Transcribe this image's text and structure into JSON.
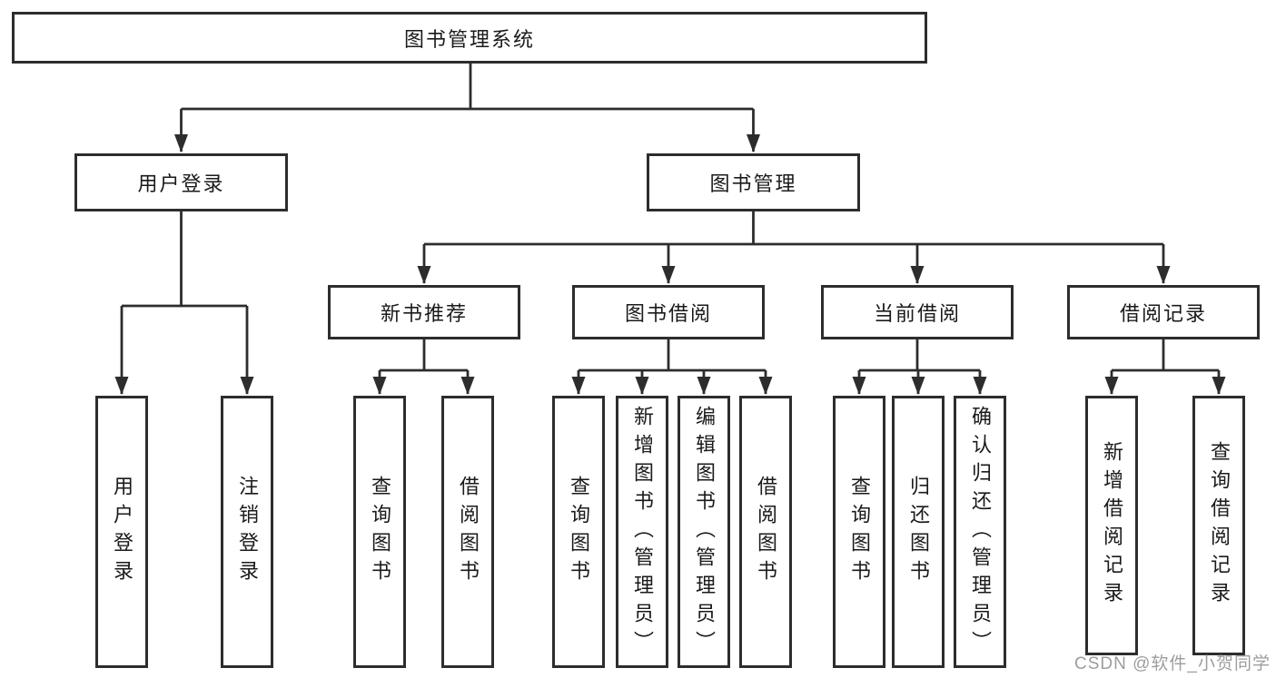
{
  "colors": {
    "line": "#2d2d2d",
    "border": "#2d2d2d",
    "text": "#1a1a1a",
    "watermark": "#8c8c8c",
    "background": "#ffffff"
  },
  "watermark": {
    "text": "CSDN @软件_小贺同学"
  },
  "tree": {
    "label": "图书管理系统",
    "children": [
      {
        "label": "用户登录",
        "children": [
          {
            "label": "用户登录"
          },
          {
            "label": "注销登录"
          }
        ]
      },
      {
        "label": "图书管理",
        "children": [
          {
            "label": "新书推荐",
            "children": [
              {
                "label": "查询图书"
              },
              {
                "label": "借阅图书"
              }
            ]
          },
          {
            "label": "图书借阅",
            "children": [
              {
                "label": "查询图书"
              },
              {
                "label": "新增图书（管理员）"
              },
              {
                "label": "编辑图书（管理员）"
              },
              {
                "label": "借阅图书"
              }
            ]
          },
          {
            "label": "当前借阅",
            "children": [
              {
                "label": "查询图书"
              },
              {
                "label": "归还图书"
              },
              {
                "label": "确认归还（管理员）"
              }
            ]
          },
          {
            "label": "借阅记录",
            "children": [
              {
                "label": "新增借阅记录"
              },
              {
                "label": "查询借阅记录"
              }
            ]
          }
        ]
      }
    ]
  }
}
